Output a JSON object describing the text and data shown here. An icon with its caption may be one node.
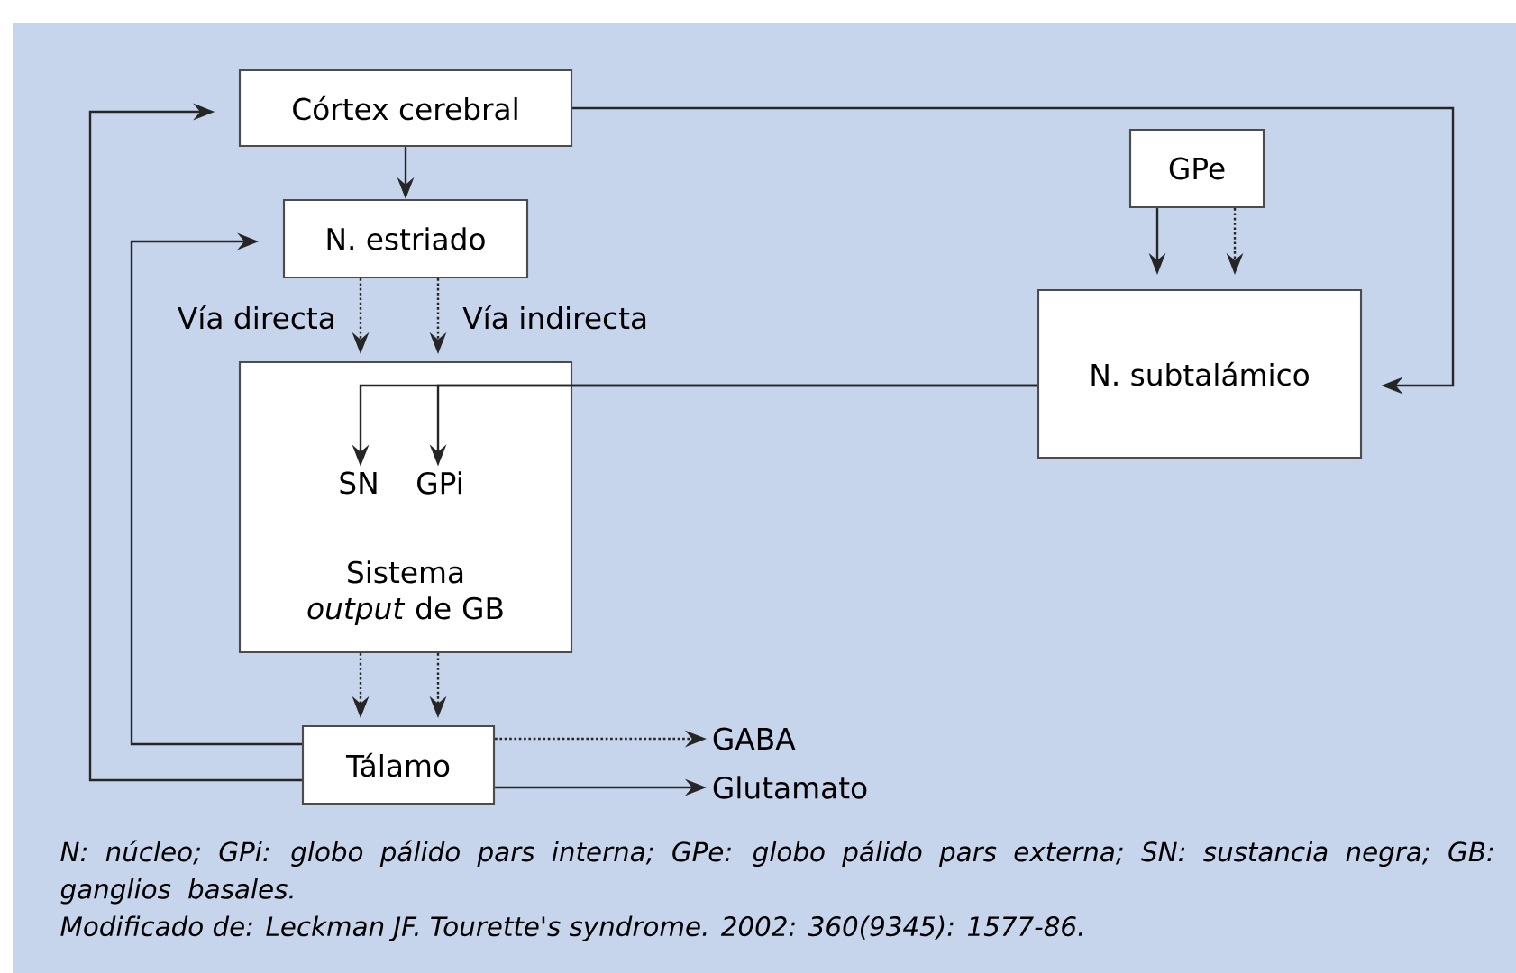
{
  "diagram": {
    "caption": "N: núcleo; GPi: globo pálido pars interna; GPe: globo pálido pars externa; SN: sustancia negra; GB: ganglios basales.",
    "nodes": [
      {
        "text": [
          "Córtex cerebral"
        ]
      },
      {
        "text": [
          "N. estriado"
        ]
      },
      {
        "text": [
          "GPe"
        ]
      },
      {
        "text": [
          "N. subtalámico"
        ]
      },
      {
        "text": [
          "Sistema *output* de GB"
        ]
      },
      {
        "text": [
          "SN"
        ],
        "in": 4
      },
      {
        "text": [
          "GPi"
        ],
        "in": 4
      },
      {
        "text": [
          "Tálamo"
        ]
      },
      {
        "text": [
          "GABA"
        ]
      },
      {
        "text": [
          "Glutamato"
        ]
      }
    ],
    "edges": [
      {
        "from": 0,
        "to": 1,
        "arrow": "to"
      },
      {
        "from": 0,
        "to": 3,
        "arrow": "to"
      },
      {
        "from": 1,
        "to": 4,
        "arrow": "to",
        "style": "dashed",
        "label": "Vía directa"
      },
      {
        "from": 1,
        "to": 4,
        "arrow": "to",
        "style": "dashed",
        "label": "Vía indirecta"
      },
      {
        "from": 2,
        "to": 3,
        "arrow": "to"
      },
      {
        "from": 2,
        "to": 3,
        "arrow": "to",
        "style": "dashed"
      },
      {
        "from": 3,
        "to": 5,
        "arrow": "to"
      },
      {
        "from": 3,
        "to": 6,
        "arrow": "to"
      },
      {
        "from": 4,
        "to": 7,
        "arrow": "to",
        "style": "dashed"
      },
      {
        "from": 4,
        "to": 7,
        "arrow": "to",
        "style": "dashed"
      },
      {
        "from": 7,
        "to": 0,
        "arrow": "to"
      },
      {
        "from": 7,
        "to": 1,
        "arrow": "to"
      },
      {
        "from": 7,
        "to": 8,
        "arrow": "to",
        "style": "dashed"
      },
      {
        "from": 7,
        "to": 9,
        "arrow": "to"
      }
    ],
    "labels": [
      "Modificado de: Leckman JF. Tourette's syndrome. 2002: 360(9345): 1577-86."
    ]
  }
}
